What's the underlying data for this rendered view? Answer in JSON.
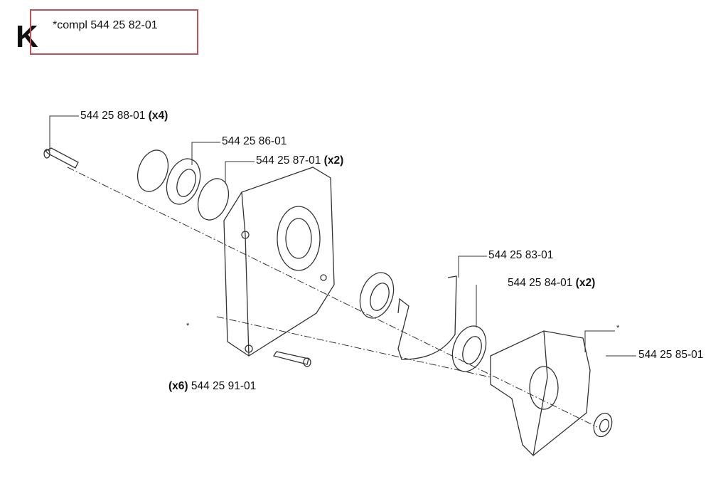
{
  "section_letter": "K",
  "assembly_note": "*compl 544 25 82-01",
  "parts": [
    {
      "number": "544 25 88-01",
      "qty": "(x4)"
    },
    {
      "number": "544 25 86-01",
      "qty": ""
    },
    {
      "number": "544 25 87-01",
      "qty": "(x2)"
    },
    {
      "number": "544 25 83-01",
      "qty": ""
    },
    {
      "number": "544 25 84-01",
      "qty": "(x2)"
    },
    {
      "number": "544 25 85-01",
      "qty": ""
    },
    {
      "number": "544 25 91-01",
      "qty": "(x6)"
    }
  ],
  "asterisk": "*",
  "colors": {
    "highlight_box": "#c0505a",
    "lines": "#333333"
  }
}
